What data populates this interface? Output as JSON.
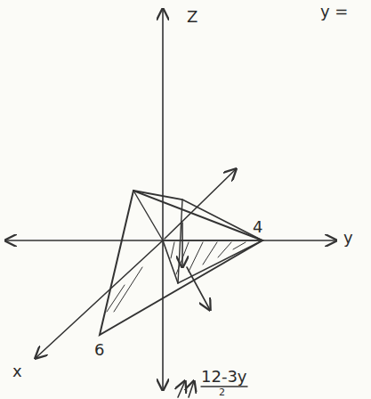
{
  "diagram": {
    "labels": [
      "Z",
      "y",
      "x",
      "6",
      "4",
      "12-3y",
      "2",
      "y ="
    ]
  }
}
